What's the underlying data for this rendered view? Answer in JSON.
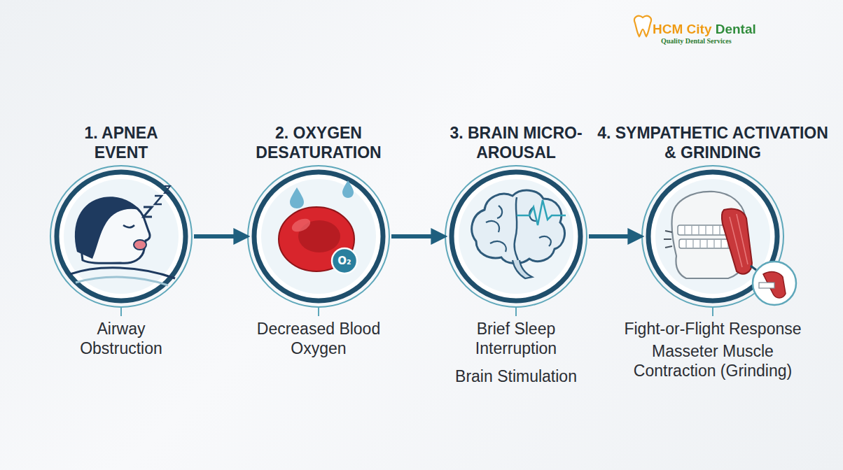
{
  "diagram": {
    "nodes": [
      {
        "text": [
          "1. APNEA EVENT",
          "Airway Obstruction"
        ]
      },
      {
        "text": [
          "2. OXYGEN DESATURATION",
          "Decreased Blood Oxygen"
        ]
      },
      {
        "text": [
          "3. BRAIN MICRO-AROUSAL",
          "Brief Sleep Interruption",
          "Brain Stimulation"
        ]
      },
      {
        "text": [
          "4. SYMPATHETIC ACTIVATION & GRINDING",
          "Fight-or-Flight Response",
          "Masseter Muscle Contraction (Grinding)"
        ]
      }
    ],
    "edges": [
      {
        "from": 0,
        "to": 1,
        "arrow": "to"
      },
      {
        "from": 1,
        "to": 2,
        "arrow": "to"
      },
      {
        "from": 2,
        "to": 3,
        "arrow": "to"
      }
    ],
    "labels": [
      "HCM City Dental",
      "Quality Dental Services",
      "O₂"
    ]
  }
}
